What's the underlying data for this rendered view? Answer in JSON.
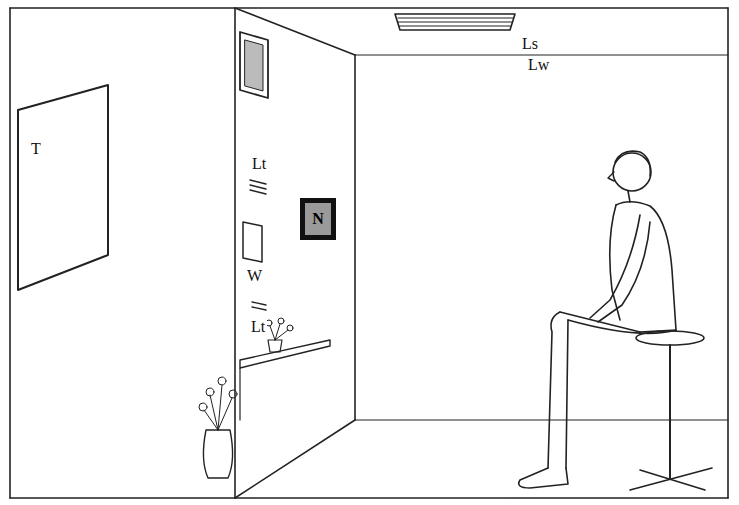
{
  "diagram": {
    "labels": [
      "Ls",
      "Lw",
      "T",
      "Lt",
      "N",
      "W",
      "Lt"
    ]
  }
}
